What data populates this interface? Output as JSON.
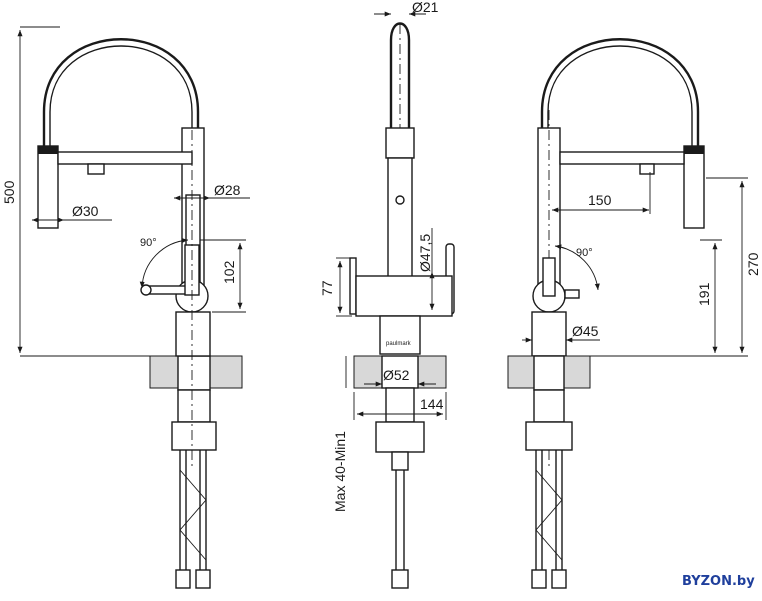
{
  "dimensions": {
    "height_total": "500",
    "spout_diameter": "Ø30",
    "body_diameter": "Ø28",
    "rotation_left": "90°",
    "handle_height": "102",
    "top_diameter": "Ø21",
    "side_height": "77",
    "lever_diameter": "Ø47,5",
    "base_diameter": "Ø52",
    "base_width": "144",
    "thickness": "Max 40-Min1",
    "reach": "150",
    "rotation_right": "90°",
    "outlet_height": "191",
    "spout_height": "270",
    "neck_diameter": "Ø45"
  },
  "brand_label": "paulmark",
  "watermark": "BYZON.by"
}
